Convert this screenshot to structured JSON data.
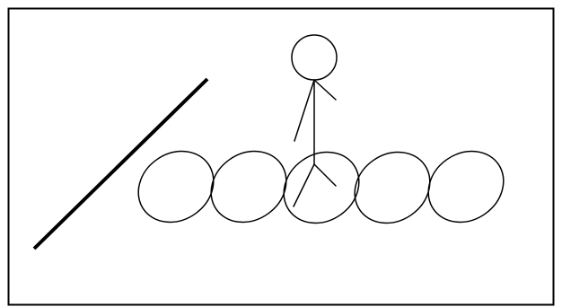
{
  "drawing": {
    "stroke_color": "#000000",
    "background_color": "#ffffff",
    "elements": {
      "frame": "rectangular-border",
      "slanted_line": "diagonal-line",
      "ellipses": [
        "ellipse-1",
        "ellipse-2",
        "ellipse-3",
        "ellipse-4",
        "ellipse-5"
      ],
      "figure": "stick-figure"
    }
  }
}
